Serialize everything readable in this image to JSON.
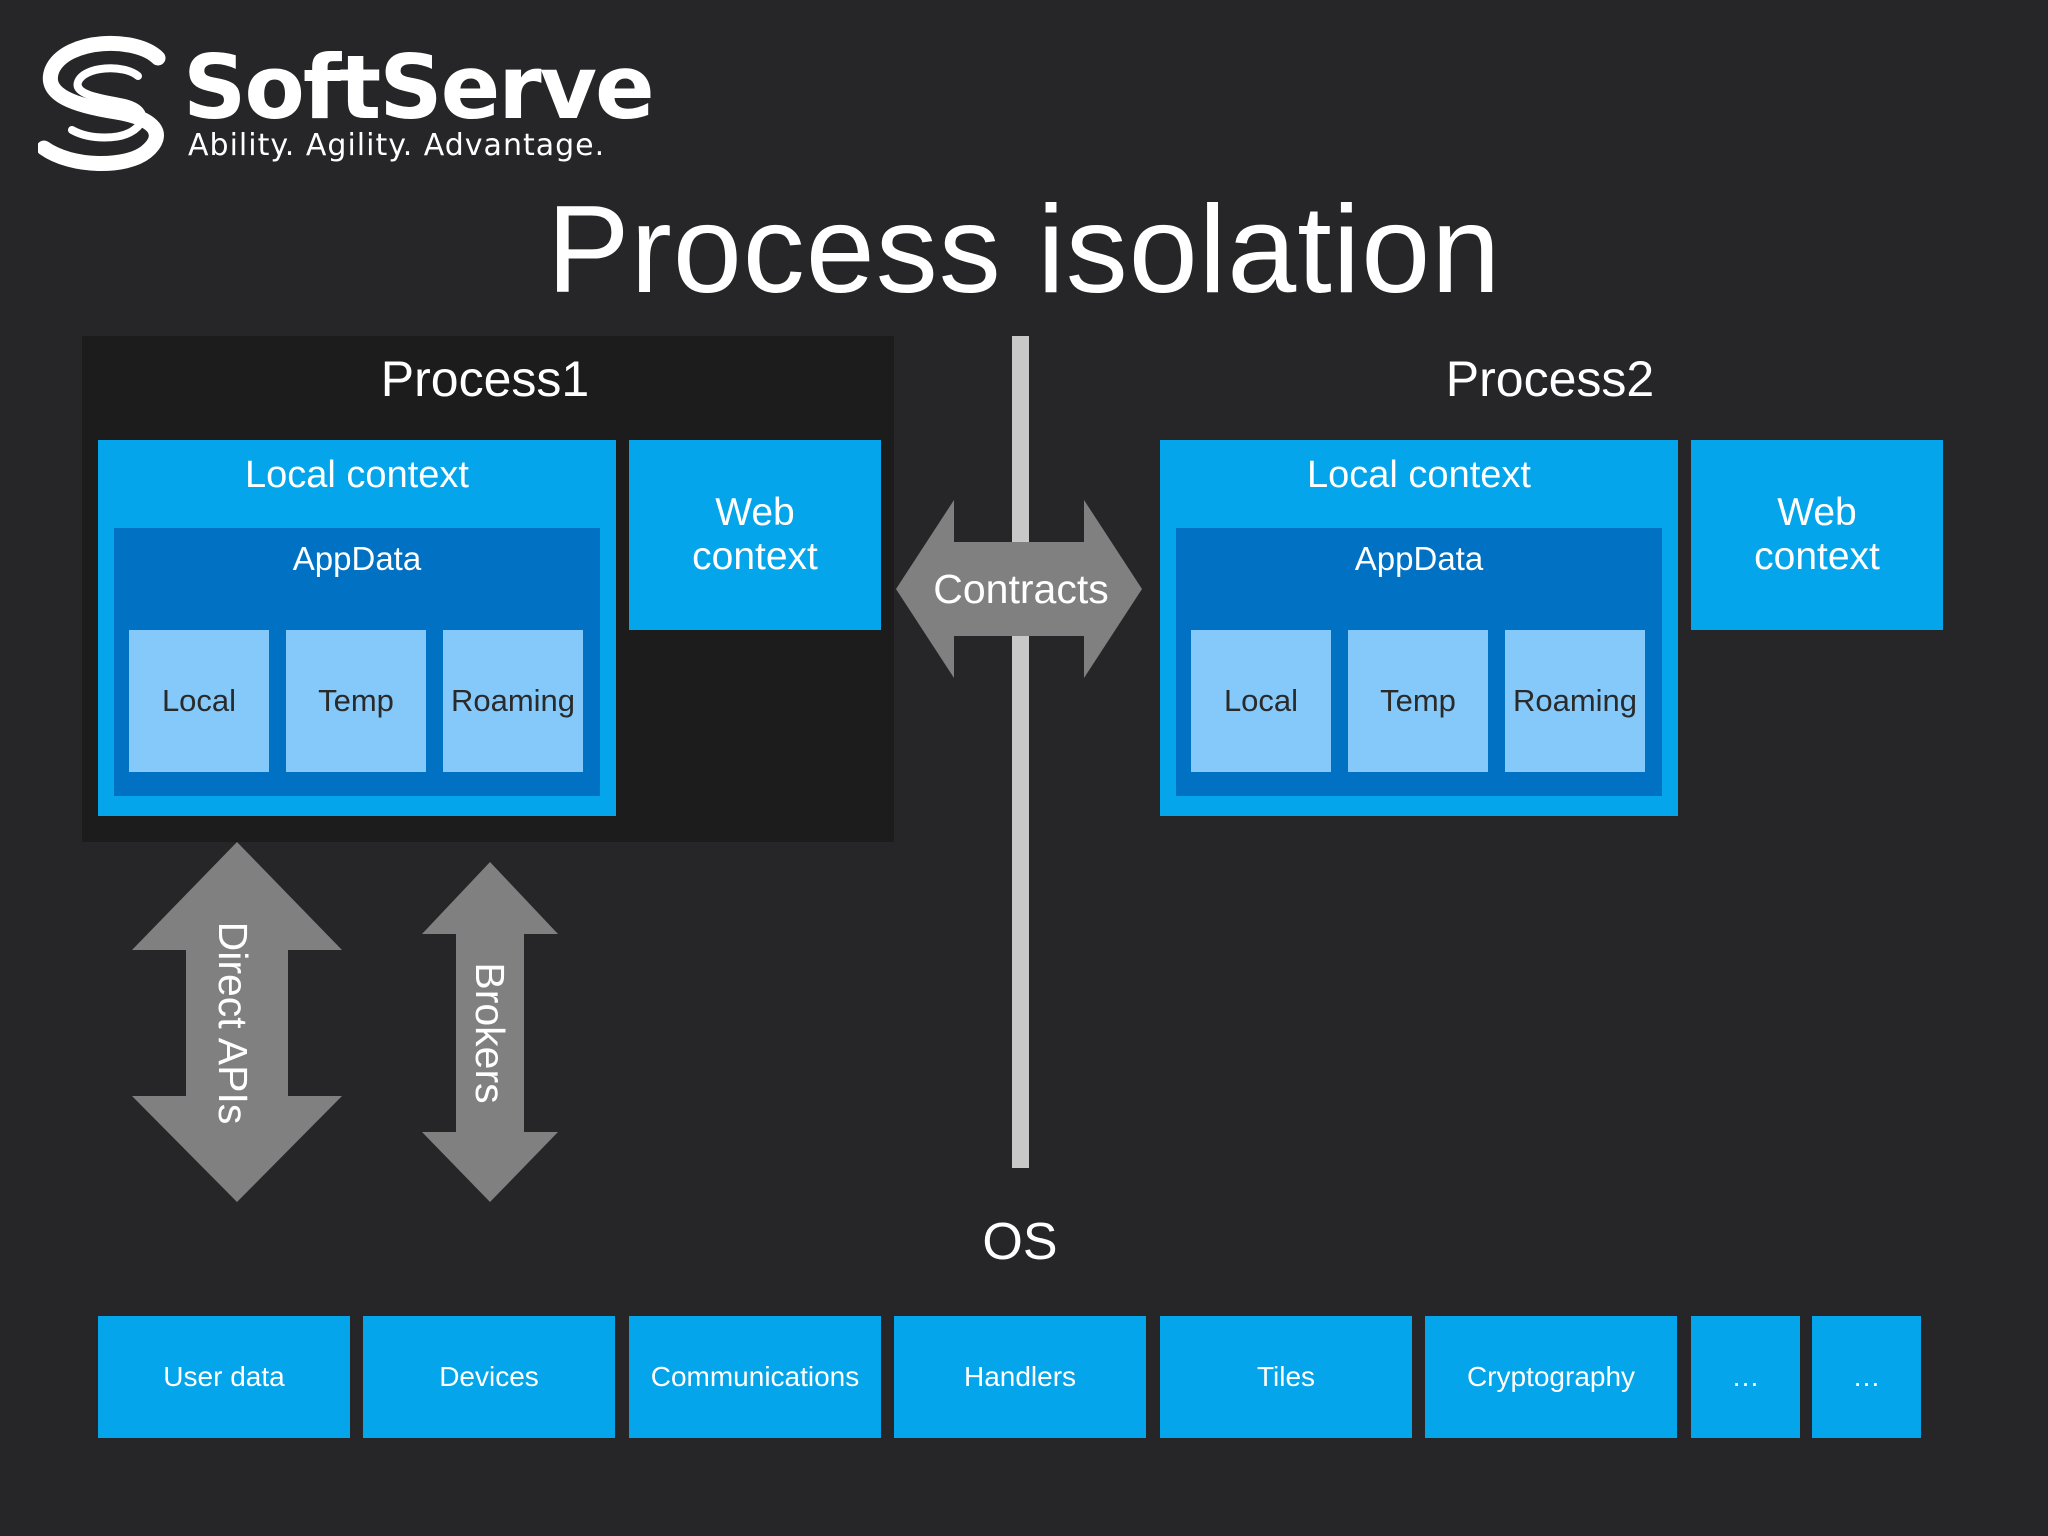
{
  "logo": {
    "name": "SoftServe",
    "tagline": "Ability. Agility. Advantage."
  },
  "title": "Process isolation",
  "process1": {
    "title": "Process1",
    "local_context": "Local context",
    "appdata": "AppData",
    "stores": [
      "Local",
      "Temp",
      "Roaming"
    ],
    "web_context": [
      "Web",
      "context"
    ]
  },
  "process2": {
    "title": "Process2",
    "local_context": "Local context",
    "appdata": "AppData",
    "stores": [
      "Local",
      "Temp",
      "Roaming"
    ],
    "web_context": [
      "Web",
      "context"
    ]
  },
  "contracts": "Contracts",
  "arrows": {
    "direct_apis": "Direct APIs",
    "brokers": "Brokers"
  },
  "os": {
    "label": "OS",
    "tiles": [
      "User data",
      "Devices",
      "Communications",
      "Handlers",
      "Tiles",
      "Cryptography",
      "…",
      "…"
    ]
  },
  "colors": {
    "background": "#262628",
    "process_panel": "#1c1c1d",
    "accent_blue": "#04a5ea",
    "appdata_blue": "#0171c4",
    "store_blue": "#84c9f9",
    "arrow_gray": "#808080",
    "divider_gray": "#c8c8c8"
  }
}
